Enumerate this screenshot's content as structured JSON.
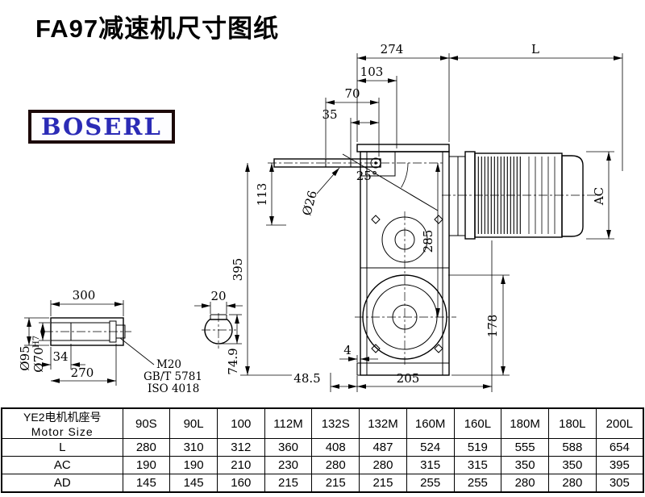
{
  "page": {
    "title": "FA97减速机尺寸图纸",
    "brand": "BOSERL"
  },
  "drawing": {
    "dims": {
      "d274": "274",
      "dL": "L",
      "d103": "103",
      "d70": "70",
      "d35": "35",
      "a25": "25°",
      "dia26": "Ø26",
      "d113": "113",
      "d395": "395",
      "d285": "285",
      "dAC": "AC",
      "d178": "178",
      "d4": "4",
      "d48_5": "48.5",
      "d205": "205"
    },
    "shaft_detail": {
      "d300": "300",
      "d20": "20",
      "dia95": "Ø95",
      "dia70": "Ø70",
      "dia70_sup": "H7",
      "d34": "34",
      "d270": "270",
      "d74_9": "74.9",
      "note_bolt": "M20",
      "note_gb": "GB/T 5781",
      "note_iso": "ISO 4018"
    }
  },
  "table": {
    "header": {
      "title_cn": "YE2电机机座号",
      "title_en": "Motor Size",
      "sizes": [
        "90S",
        "90L",
        "100",
        "112M",
        "132S",
        "132M",
        "160M",
        "160L",
        "180M",
        "180L",
        "200L"
      ]
    },
    "rows": [
      {
        "label": "L",
        "values": [
          "280",
          "310",
          "312",
          "360",
          "408",
          "487",
          "524",
          "519",
          "555",
          "588",
          "654"
        ]
      },
      {
        "label": "AC",
        "values": [
          "190",
          "190",
          "210",
          "230",
          "280",
          "280",
          "315",
          "315",
          "350",
          "350",
          "395"
        ]
      },
      {
        "label": "AD",
        "values": [
          "145",
          "145",
          "160",
          "215",
          "215",
          "215",
          "255",
          "255",
          "280",
          "280",
          "305"
        ]
      }
    ]
  }
}
